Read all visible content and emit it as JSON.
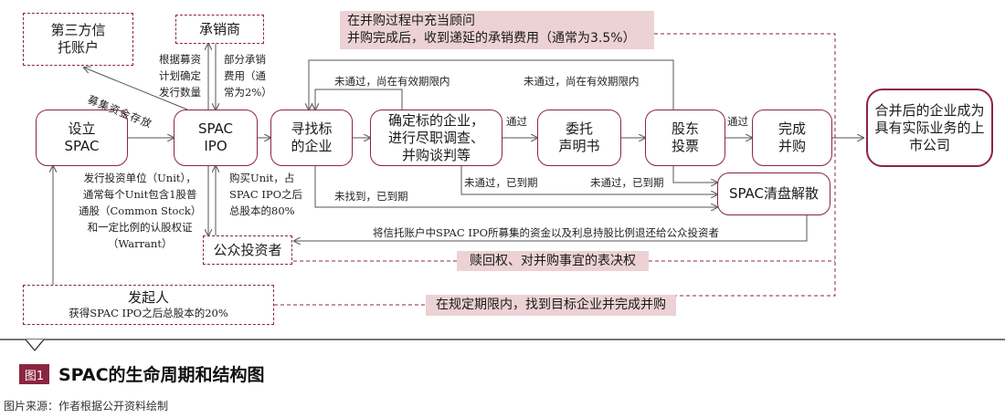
{
  "nodes": {
    "trust": "第三方信\n托账户",
    "underwriter": "承销商",
    "setup": "设立\nSPAC",
    "ipo": "SPAC\nIPO",
    "find": "寻找标\n的企业",
    "confirm": "确定标的企业，\n进行尽职调查、\n并购谈判等",
    "proxy": "委托\n声明书",
    "vote": "股东\n投票",
    "complete": "完成\n并购",
    "merged": "合并后的企业成为\n具有实际业务的上\n市公司",
    "liquidate": "SPAC清盘解散",
    "investors": "公众投资者",
    "sponsor": "发起人"
  },
  "notes": {
    "advisor": "在并购过程中充当顾问\n并购完成后，收到递延的承销费用（通常为3.5%）",
    "redeem": "赎回权、对并购事宜的表决权",
    "deadline": "在规定期限内，找到目标企业并完成并购",
    "deposit": "募集资金存放",
    "plan": "根据募资\n计划确定\n发行数量",
    "partial": "部分承销\n费用（通\n常为2%）",
    "units": "发行投资单位（Unit），\n通常每个Unit包含1股普\n通股（Common Stock）\n和一定比例的认股权证\n（Warrant）",
    "buy": "购买Unit，占\nSPAC IPO之后\n总股本的80%",
    "fail1": "未通过，尚在有效期限内",
    "fail2": "未通过，尚在有效期限内",
    "pass1": "通过",
    "pass2": "通过",
    "expired1": "未通过，已到期",
    "expired2": "未通过，已到期",
    "notfound": "未找到，已到期",
    "refund": "将信托账户中SPAC IPO所募集的资金以及利息持股比例退还给公众投资者",
    "sponsor_share": "获得SPAC IPO之后总股本的20%"
  },
  "caption": {
    "figure_tag": "图1",
    "title": "SPAC的生命周期和结构图",
    "source": "图片来源：作者根据公开资料绘制"
  },
  "colors": {
    "accent": "#8b2540",
    "bar": "#ecd2d4"
  }
}
